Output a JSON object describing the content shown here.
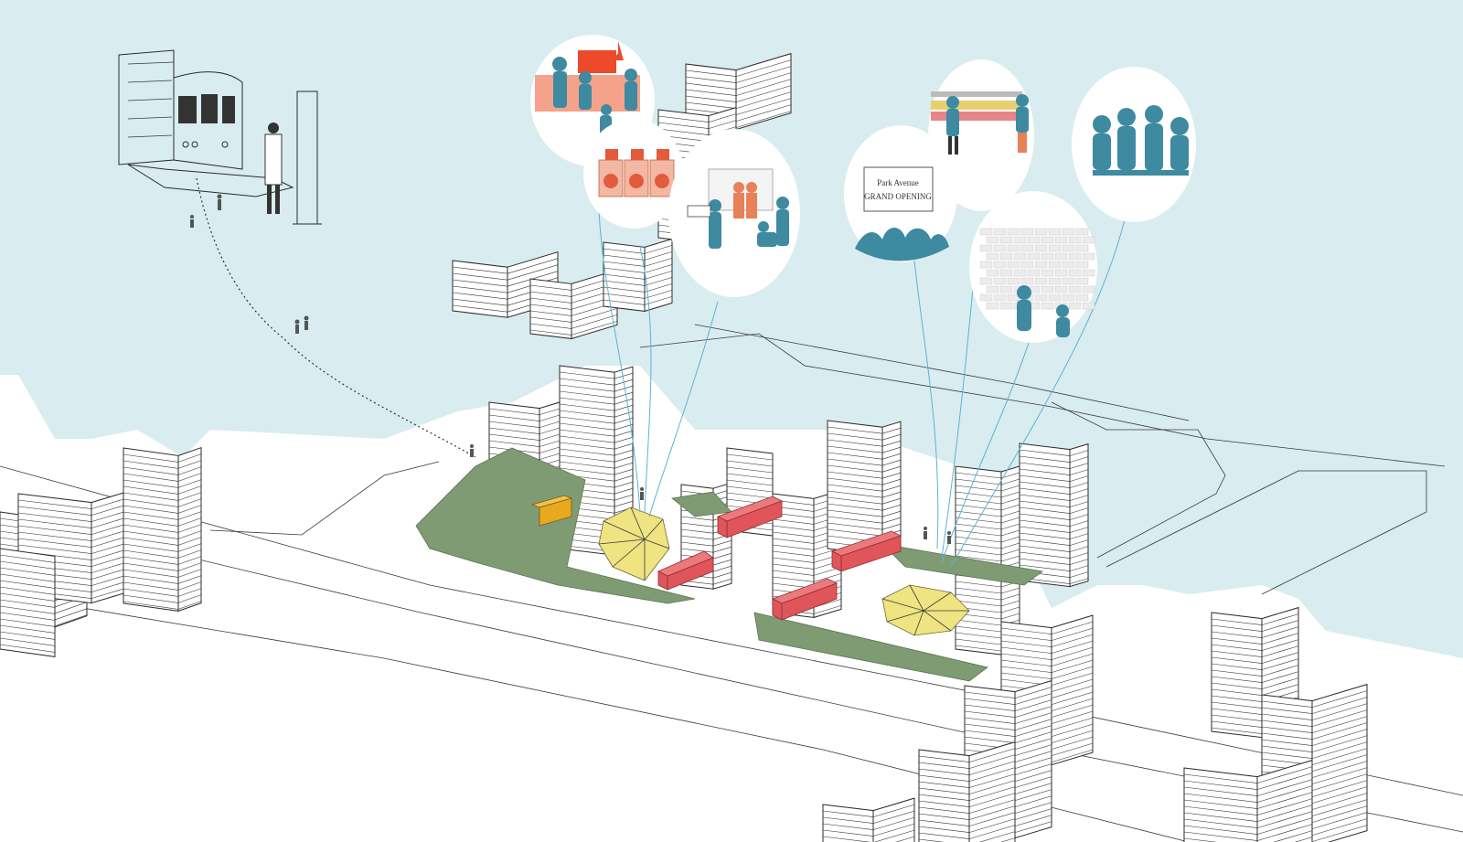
{
  "sign": {
    "line1": "Park Avenue",
    "line2": "GRAND OPENING"
  },
  "colors": {
    "sky": "#d9ecef",
    "ground": "#ffffff",
    "green_plaza": "#7f9b73",
    "pavilion_red": "#e0555a",
    "pavilion_orange": "#e8a81f",
    "pavilion_yellow": "#efe382",
    "figure_teal": "#3e8aa0",
    "accent_orange": "#f07a5a",
    "balloon_string": "#5ab3d8"
  },
  "balloons": [
    {
      "name": "cafe-counter-vignette"
    },
    {
      "name": "laundromat-vignette"
    },
    {
      "name": "office-workshop-vignette"
    },
    {
      "name": "grand-opening-vignette"
    },
    {
      "name": "retail-shelf-vignette"
    },
    {
      "name": "community-meeting-vignette"
    },
    {
      "name": "library-reading-vignette"
    }
  ],
  "subway_vignette": {
    "name": "subway-car-sketch"
  }
}
